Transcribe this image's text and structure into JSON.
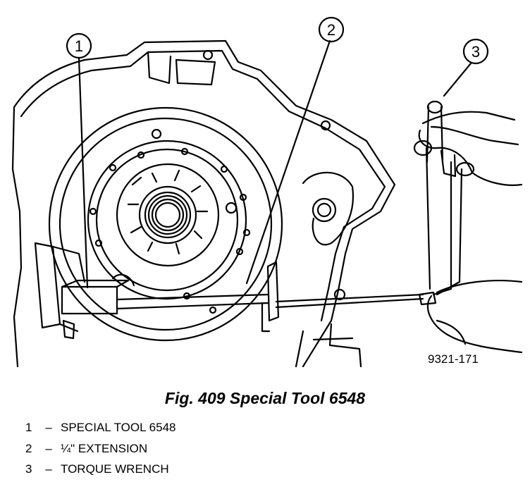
{
  "figure": {
    "callouts": [
      "1",
      "2",
      "3"
    ],
    "part_number": "9321-171"
  },
  "caption": "Fig. 409 Special Tool 6548",
  "legend": [
    {
      "num": "1",
      "sep": "–",
      "text": "SPECIAL TOOL 6548"
    },
    {
      "num": "2",
      "sep": "–",
      "text": "¼\" EXTENSION"
    },
    {
      "num": "3",
      "sep": "–",
      "text": "TORQUE WRENCH"
    }
  ]
}
